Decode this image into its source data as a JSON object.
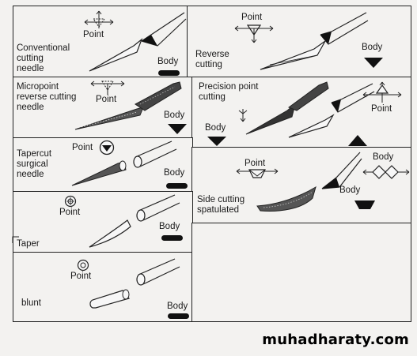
{
  "labels": {
    "conventional": "Conventional\ncutting\nneedle",
    "reverse": "Reverse\ncutting",
    "micropoint": "Micropoint\nreverse cutting\nneedle",
    "precision": "Precision point\ncutting",
    "tapercut": "Tapercut\nsurgical\nneedle",
    "side": "Side cutting\nspatulated",
    "taper": "Taper",
    "blunt": "blunt"
  },
  "point": "Point",
  "body": "Body",
  "watermark": "muhadharaty.com"
}
